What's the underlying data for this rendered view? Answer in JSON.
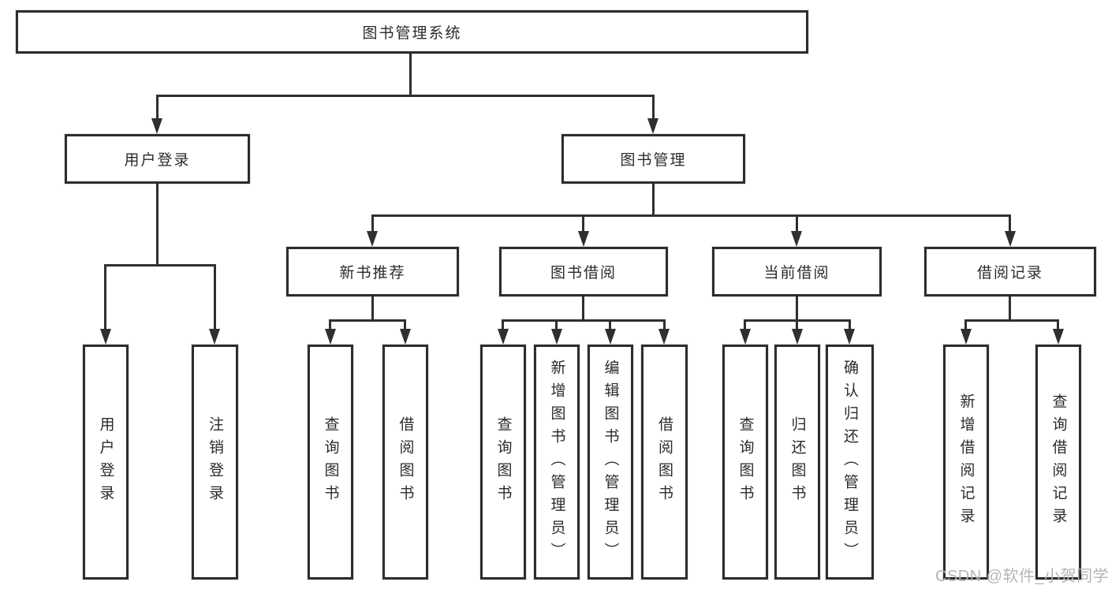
{
  "diagram_title": "图书管理系统",
  "colors": {
    "background": "#ffffff",
    "line": "#2f2f2f",
    "box_border": "#2d2d2d",
    "text": "#2b2b2b",
    "watermark": "#b5b5b5"
  },
  "tree": {
    "label": "图书管理系统",
    "children": [
      {
        "label": "用户登录",
        "children": [
          {
            "label": "用户登录"
          },
          {
            "label": "注销登录"
          }
        ]
      },
      {
        "label": "图书管理",
        "children": [
          {
            "label": "新书推荐",
            "children": [
              {
                "label": "查询图书"
              },
              {
                "label": "借阅图书"
              }
            ]
          },
          {
            "label": "图书借阅",
            "children": [
              {
                "label": "查询图书"
              },
              {
                "label": "新增图书（管理员）"
              },
              {
                "label": "编辑图书（管理员）"
              },
              {
                "label": "借阅图书"
              }
            ]
          },
          {
            "label": "当前借阅",
            "children": [
              {
                "label": "查询图书"
              },
              {
                "label": "归还图书"
              },
              {
                "label": "确认归还（管理员）"
              }
            ]
          },
          {
            "label": "借阅记录",
            "children": [
              {
                "label": "新增借阅记录"
              },
              {
                "label": "查询借阅记录"
              }
            ]
          }
        ]
      }
    ]
  },
  "watermark": {
    "text": "CSDN @软件_小贺同学"
  }
}
